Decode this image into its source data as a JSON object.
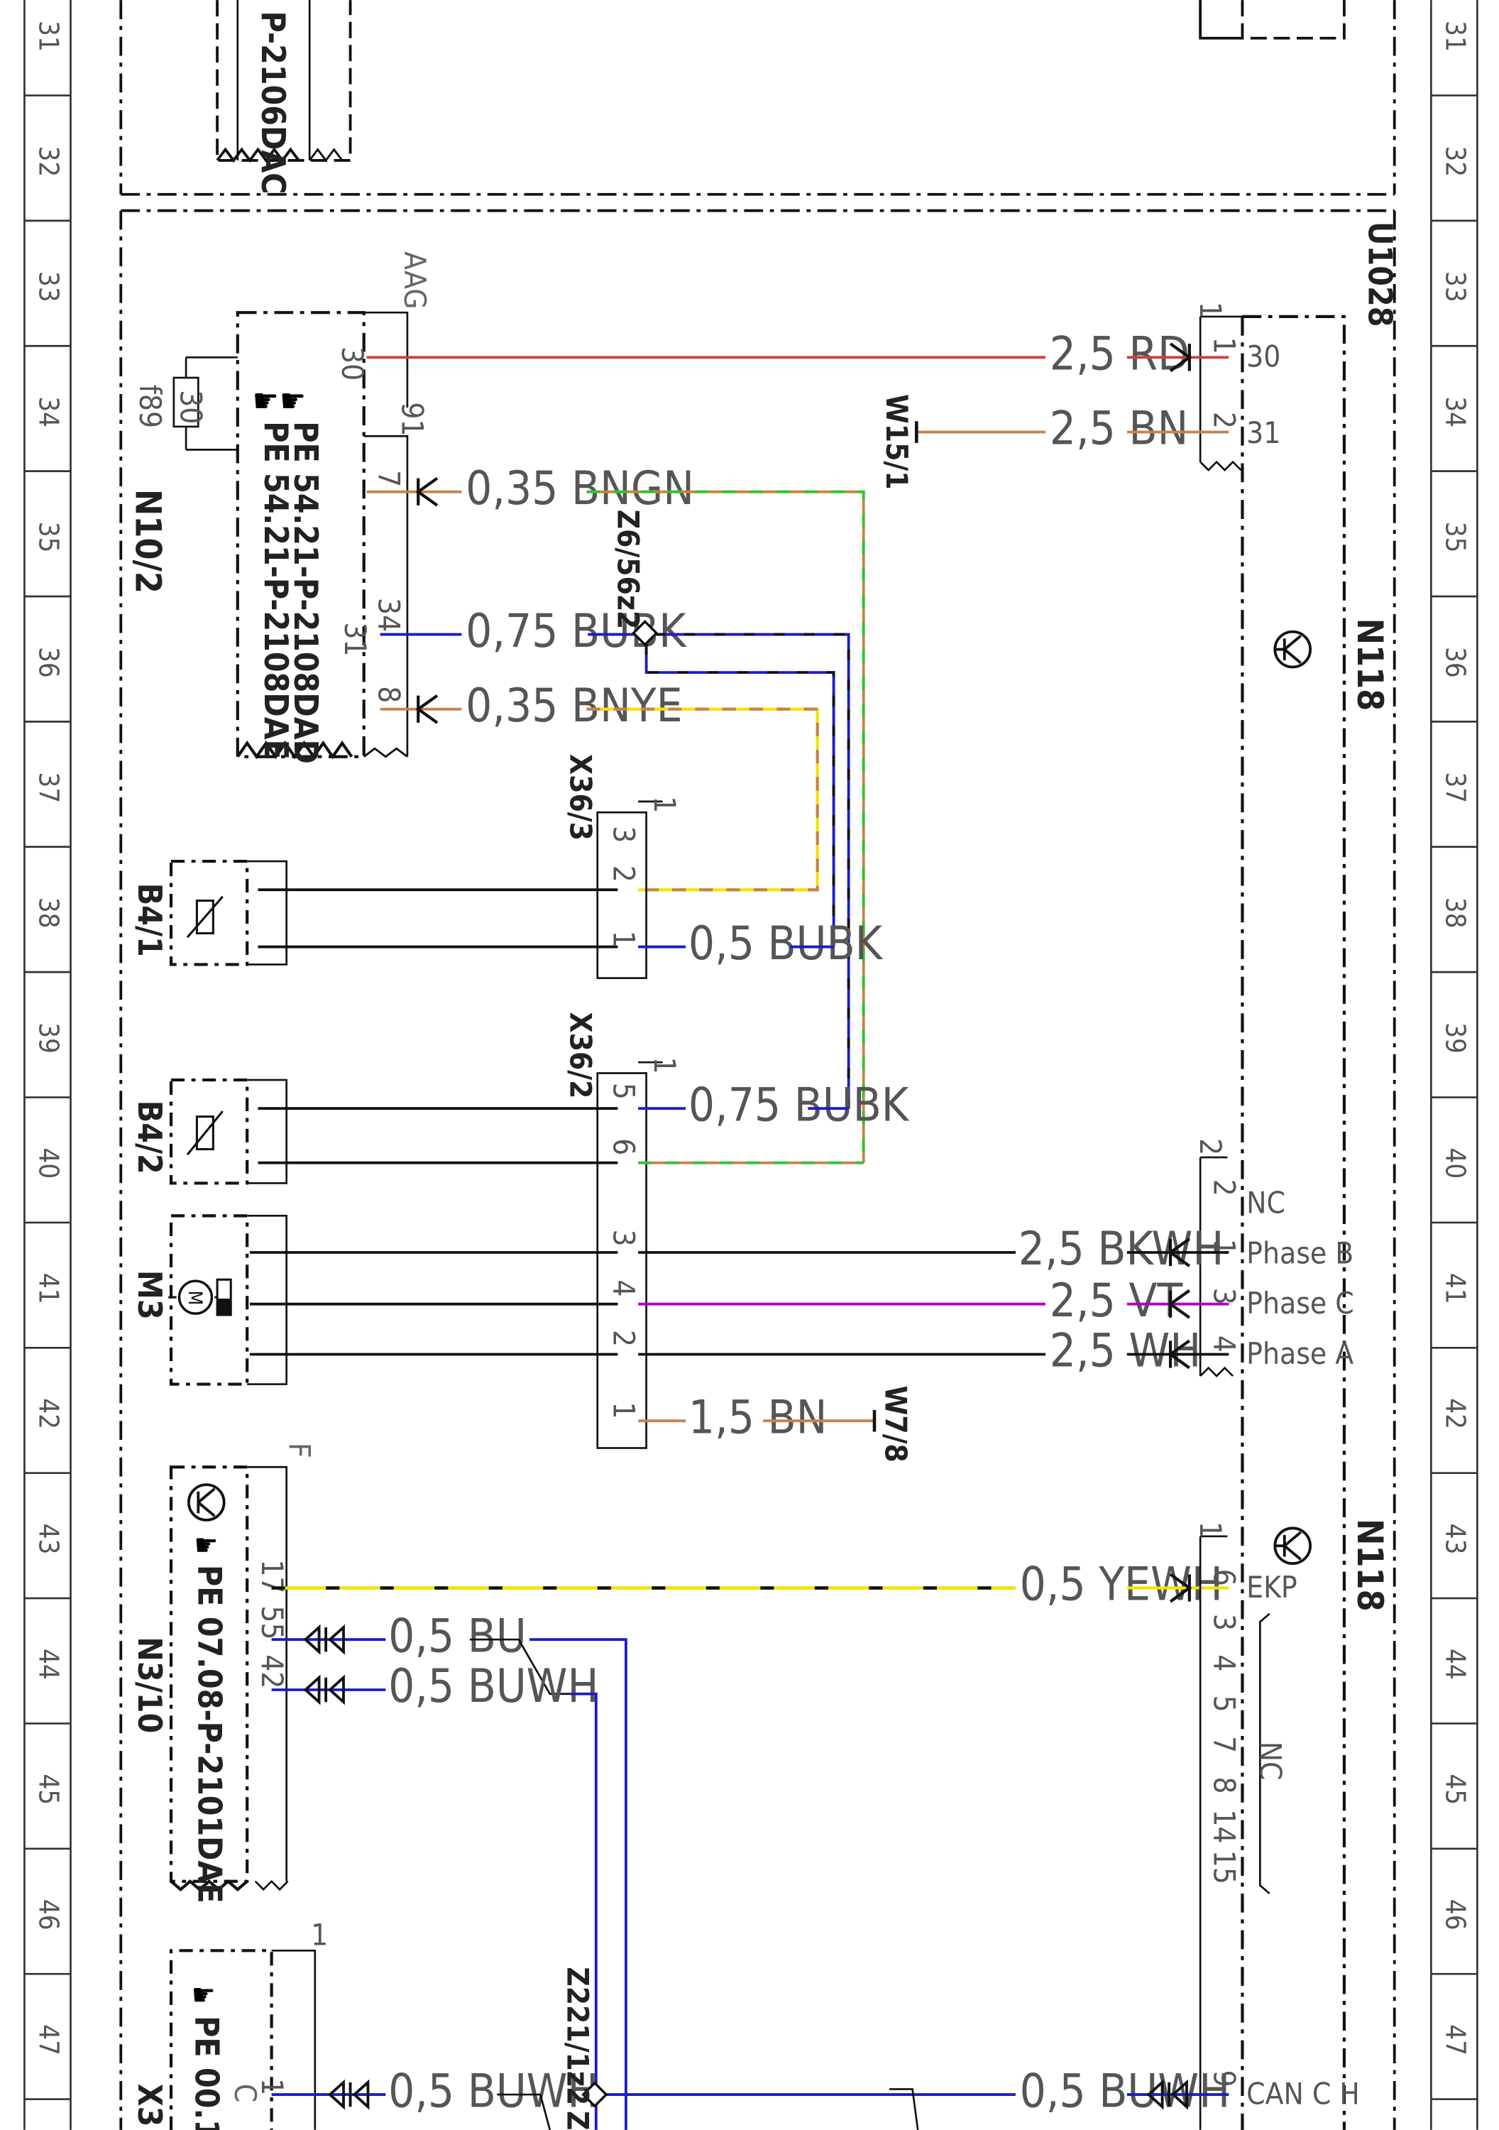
{
  "row_numbers": [
    "31",
    "32",
    "33",
    "34",
    "35",
    "36",
    "37",
    "38",
    "39",
    "40",
    "41",
    "42",
    "43",
    "44",
    "45",
    "46",
    "47"
  ],
  "colors": {
    "RD": "#d04040",
    "BN": "#c8824a",
    "GN": "#2cc62c",
    "BU": "#1c1cc8",
    "BK": "#111111",
    "YE": "#f2e400",
    "VT": "#b000c0",
    "WH": "#ffffff"
  },
  "wires": {
    "rd_30": "2,5 RD",
    "bn_31": "2,5 BN",
    "bngn": "0,35 BNGN",
    "bubk_34": "0,75 BUBK",
    "bnye": "0,35 BNYE",
    "bubk_05": "0,5 BUBK",
    "bubk_075": "0,75 BUBK",
    "bkwh": "2,5 BKWH",
    "vt": "2,5 VT",
    "wh": "2,5 WH",
    "bn_15": "1,5 BN",
    "yewh": "0,5 YEWH",
    "bu": "0,5 BU",
    "buwh_1": "0,5 BUWH",
    "buwh_2": "0,5 BUWH",
    "buwh_3": "0,5 BUWH"
  },
  "components": {
    "partial_ref_top": "P-2106DAC",
    "u1028": "U1028",
    "aag": "AAG",
    "n10_2": "N10/2",
    "f89": "f89",
    "fuse_30": "30",
    "pe_1": "PE 54.21-P-2108DAD",
    "pe_2": "PE 54.21-P-2108DAE",
    "w15_1": "W15/1",
    "z6_56z2": "Z6/56z2",
    "x36_3": "X36/3",
    "b4_1": "B4/1",
    "x36_2": "X36/2",
    "b4_2": "B4/2",
    "m3": "M3",
    "w7_8": "W7/8",
    "n118_top": "N118",
    "n118_bottom": "N118",
    "n3_10": "N3/10",
    "pe_3": "PE 07.08-P-2101DAE",
    "f_label": "F",
    "z221_1z2": "Z221/1z2",
    "pe_4": "PE 00.1",
    "x3_partial": "X3",
    "c_partial": "C",
    "z_partial": "Z",
    "m_symbol": "M"
  },
  "pins": {
    "n10_30": "30",
    "n10_31": "31",
    "n10_7": "7",
    "n10_34": "34",
    "n10_8": "8",
    "n10_31b": "31",
    "n10_g1": "91",
    "n118a_1": "1",
    "n118a_1b": "1",
    "n118a_2": "2",
    "n118a_30": "30",
    "n118a_31": "31",
    "x363_1": "1",
    "x363_3": "3",
    "x363_2": "2",
    "x363_1b": "1",
    "x362_1": "1",
    "x362_5": "5",
    "x362_6": "6",
    "x362_3": "3",
    "x362_4": "4",
    "x362_2": "2",
    "x362_1b": "1",
    "n118b_2": "2",
    "n118b_2b": "2",
    "n118b_1": "1",
    "n118b_3": "3",
    "n118b_4": "4",
    "nc": "NC",
    "phase_b": "Phase B",
    "phase_c": "Phase C",
    "phase_a": "Phase A",
    "n310_17": "17",
    "n310_55": "55",
    "n310_42": "42",
    "n118c_1": "1",
    "n118c_6": "6",
    "n118c_3": "3",
    "n118c_4": "4",
    "n118c_5": "5",
    "n118c_7": "7",
    "n118c_8": "8",
    "n118c_14": "14",
    "n118c_15": "15",
    "ekp": "EKP",
    "nc2": "NC",
    "x3_1": "1",
    "x3_1b": "1",
    "n118d_9": "9",
    "can_c_h": "CAN C H"
  }
}
